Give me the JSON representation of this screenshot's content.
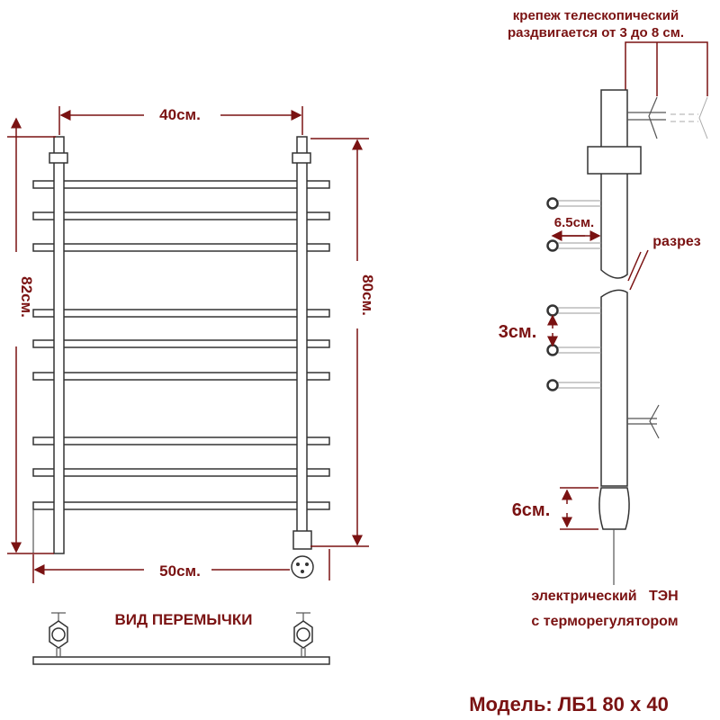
{
  "labels": {
    "width_top": "40см.",
    "height_total": "82см.",
    "height_inner": "80см.",
    "width_bottom": "50см.",
    "jumper_view": "ВИД ПЕРЕМЫЧКИ",
    "mount_line1": "крепеж телескопический",
    "mount_line2": "раздвигается от 3 до 8 см.",
    "spacing_65": "6.5см.",
    "section": "разрез",
    "spacing_3": "3см.",
    "heater_height": "6см.",
    "heater_line1": "электрический   ТЭН",
    "heater_line2": "с терморегулятором",
    "model": "Модель: ЛБ1 80 х 40"
  },
  "colors": {
    "accent": "#7a1212",
    "lines": "#333333"
  }
}
